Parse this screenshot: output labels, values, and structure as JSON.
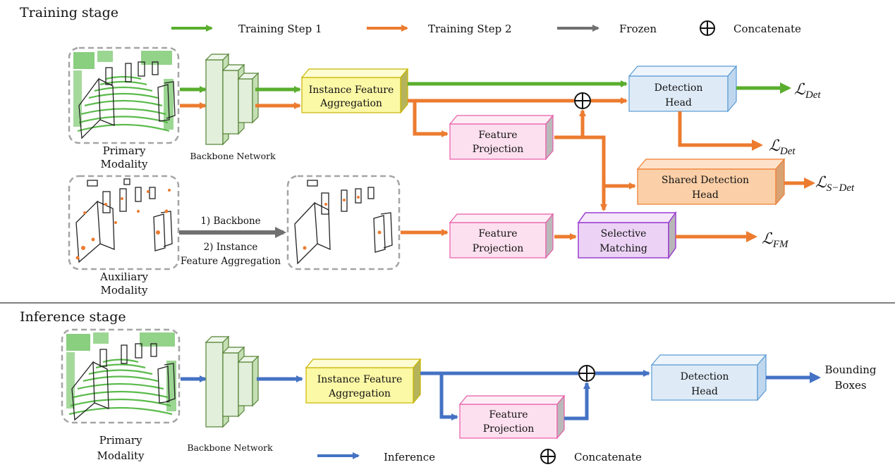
{
  "training": {
    "title": "Training stage",
    "legend": {
      "step1": "Training Step 1",
      "step2": "Training Step 2",
      "frozen": "Frozen",
      "concat": "Concatenate"
    },
    "primary_modality": [
      "Primary",
      "Modality"
    ],
    "auxiliary_modality": [
      "Auxiliary",
      "Modality"
    ],
    "backbone": "Backbone Network",
    "instance_feature_aggregation": [
      "Instance Feature",
      "Aggregation"
    ],
    "feature_projection_top": [
      "Feature",
      "Projection"
    ],
    "feature_projection_bottom": [
      "Feature",
      "Projection"
    ],
    "detection_head": [
      "Detection",
      "Head"
    ],
    "shared_detection_head": [
      "Shared Detection",
      "Head"
    ],
    "selective_matching": [
      "Selective",
      "Matching"
    ],
    "frozen_arrow_labels": [
      "1) Backbone",
      "2) Instance",
      "Feature Aggregation"
    ],
    "loss_det_1": {
      "main": "ℒ",
      "sub": "Det"
    },
    "loss_det_2": {
      "main": "ℒ",
      "sub": "Det"
    },
    "loss_sdet": {
      "main": "ℒ",
      "sub": "S−Det"
    },
    "loss_fm": {
      "main": "ℒ",
      "sub": "FM"
    }
  },
  "inference": {
    "title": "Inference stage",
    "primary_modality": [
      "Primary",
      "Modality"
    ],
    "backbone": "Backbone Network",
    "instance_feature_aggregation": [
      "Instance Feature",
      "Aggregation"
    ],
    "feature_projection": [
      "Feature",
      "Projection"
    ],
    "detection_head": [
      "Detection",
      "Head"
    ],
    "output": [
      "Bounding",
      "Boxes"
    ],
    "legend": {
      "inference": "Inference",
      "concat": "Concatenate"
    }
  },
  "colors": {
    "step1_green": "#5aae2e",
    "step2_orange": "#ec7b2f",
    "frozen_gray": "#707070",
    "inference_blue": "#4472c4",
    "backbone_fill": "#e2efda",
    "aggregation_fill": "#fbf8a6",
    "projection_fill": "#fde0ef",
    "detection_fill": "#deebf7",
    "shared_fill": "#fbcfa7",
    "matching_fill": "#ecd3f5"
  }
}
